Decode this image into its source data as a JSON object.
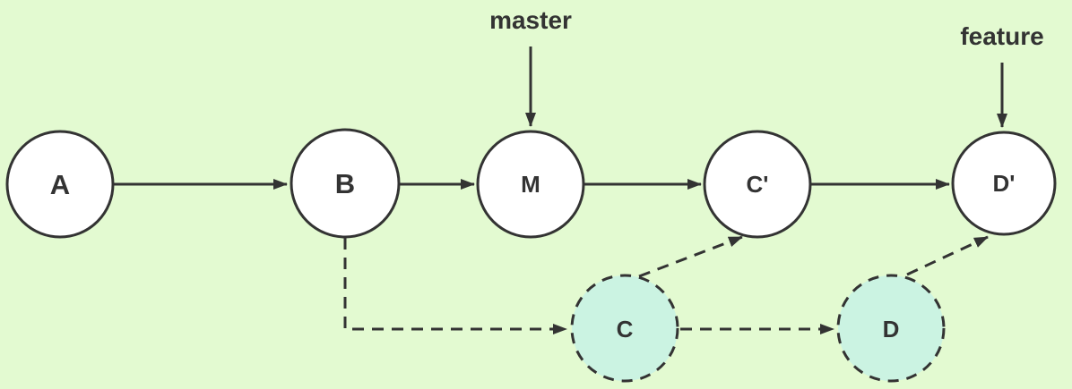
{
  "canvas": {
    "background_color": "#e3fad1",
    "stroke_color": "#333333",
    "commit_fill_color": "#ffffff",
    "original_commit_fill_color": "#cbf3e2",
    "text_color": "#333333"
  },
  "branch_labels": {
    "master": "master",
    "feature": "feature"
  },
  "commits": {
    "a": "A",
    "b": "B",
    "m": "M",
    "c_prime": "C'",
    "d_prime": "D'",
    "c": "C",
    "d": "D"
  }
}
